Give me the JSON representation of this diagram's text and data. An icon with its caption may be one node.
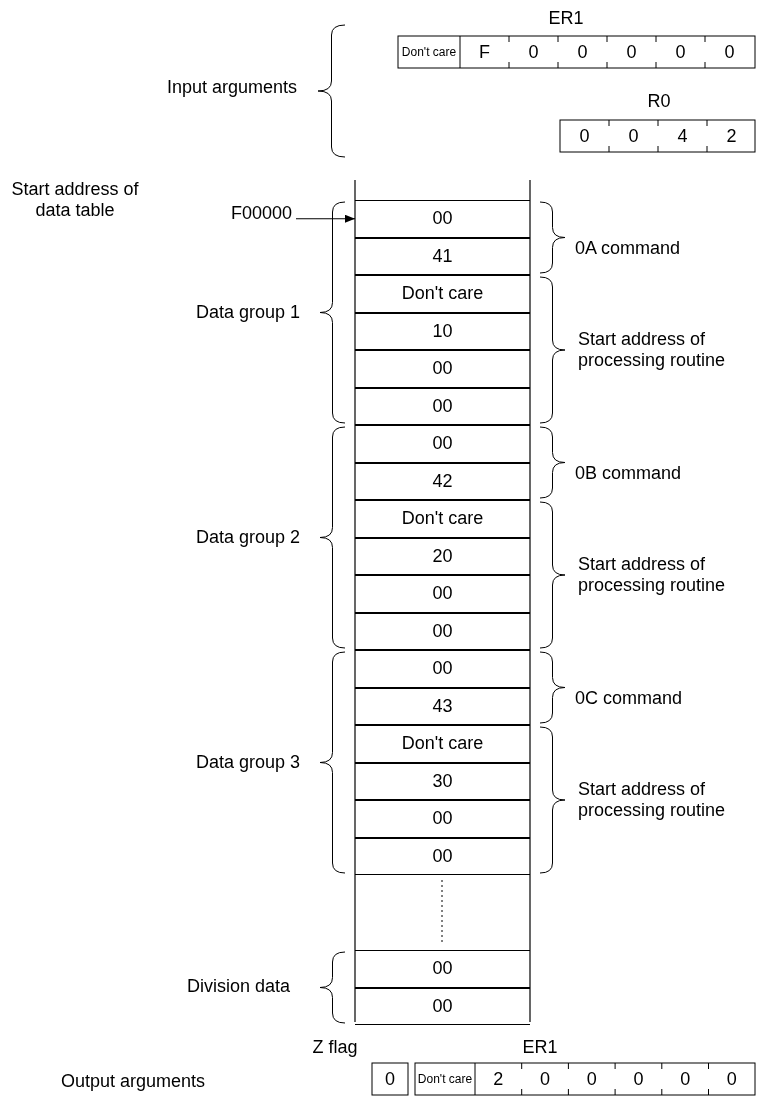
{
  "diagram": {
    "nodes": [
      {
        "text": [
          "F00000"
        ]
      },
      {
        "text": [
          "00"
        ]
      },
      {
        "text": [
          "41"
        ]
      },
      {
        "text": [
          "Don't care"
        ]
      },
      {
        "text": [
          "10"
        ]
      },
      {
        "text": [
          "00"
        ]
      },
      {
        "text": [
          "00"
        ]
      },
      {
        "text": [
          "00"
        ]
      },
      {
        "text": [
          "42"
        ]
      },
      {
        "text": [
          "Don't care"
        ]
      },
      {
        "text": [
          "20"
        ]
      },
      {
        "text": [
          "00"
        ]
      },
      {
        "text": [
          "00"
        ]
      },
      {
        "text": [
          "00"
        ]
      },
      {
        "text": [
          "43"
        ]
      },
      {
        "text": [
          "Don't care"
        ]
      },
      {
        "text": [
          "30"
        ]
      },
      {
        "text": [
          "00"
        ]
      },
      {
        "text": [
          "00"
        ]
      },
      {
        "text": [
          "00"
        ]
      },
      {
        "text": [
          "00"
        ]
      }
    ],
    "edges": [
      {
        "from": 0,
        "to": 1,
        "arrow": "to"
      }
    ],
    "labels": [
      "ER1",
      "Don't care",
      "F",
      "0",
      "0",
      "0",
      "0",
      "0",
      "Input arguments",
      "R0",
      "0",
      "0",
      "4",
      "2",
      "Start address of data table",
      "Data group 1",
      "0A command",
      "Start address of processing routine",
      "Data group 2",
      "0B command",
      "Start address of processing routine",
      "Data group 3",
      "0C command",
      "Start address of processing routine",
      "Division data",
      "Z flag",
      "ER1",
      "Output arguments",
      "0",
      "Don't care",
      "2",
      "0",
      "0",
      "0",
      "0",
      "0"
    ]
  }
}
